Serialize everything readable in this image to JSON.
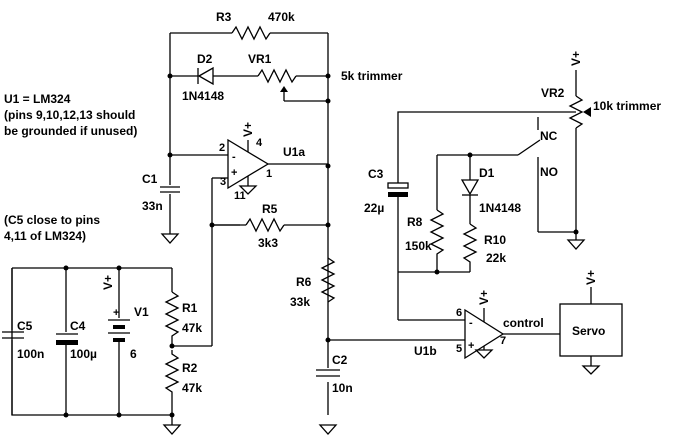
{
  "notes": {
    "u1_line1": "U1 = LM324",
    "u1_line2": "(pins 9,10,12,13 should",
    "u1_line3": "be grounded if unused)",
    "c5_line1": "(C5 close to pins",
    "c5_line2": "4,11 of LM324)"
  },
  "components": {
    "r3": {
      "ref": "R3",
      "value": "470k"
    },
    "d2": {
      "ref": "D2",
      "value": "1N4148"
    },
    "vr1": {
      "ref": "VR1",
      "value": "5k trimmer"
    },
    "c1": {
      "ref": "C1",
      "value": "33n"
    },
    "u1a": {
      "ref": "U1a"
    },
    "r5": {
      "ref": "R5",
      "value": "3k3"
    },
    "r6": {
      "ref": "R6",
      "value": "33k"
    },
    "c2": {
      "ref": "C2",
      "value": "10n"
    },
    "r1": {
      "ref": "R1",
      "value": "47k"
    },
    "r2": {
      "ref": "R2",
      "value": "47k"
    },
    "v1": {
      "ref": "V1",
      "value": "6"
    },
    "c4": {
      "ref": "C4",
      "value": "100µ"
    },
    "c5": {
      "ref": "C5",
      "value": "100n"
    },
    "c3": {
      "ref": "C3",
      "value": "22µ"
    },
    "r8": {
      "ref": "R8",
      "value": "150k"
    },
    "d1": {
      "ref": "D1",
      "value": "1N4148"
    },
    "r10": {
      "ref": "R10",
      "value": "22k"
    },
    "vr2": {
      "ref": "VR2",
      "value": "10k trimmer"
    },
    "u1b": {
      "ref": "U1b"
    },
    "servo": {
      "label": "Servo"
    }
  },
  "pins": {
    "u1a_2": "2",
    "u1a_3": "3",
    "u1a_4": "4",
    "u1a_1": "1",
    "u1a_11": "11",
    "u1b_6": "6",
    "u1b_5": "5",
    "u1b_7": "7"
  },
  "nets": {
    "vplus": "V+",
    "control": "control",
    "nc": "NC",
    "no": "NO",
    "plus": "+",
    "minus": "-"
  }
}
